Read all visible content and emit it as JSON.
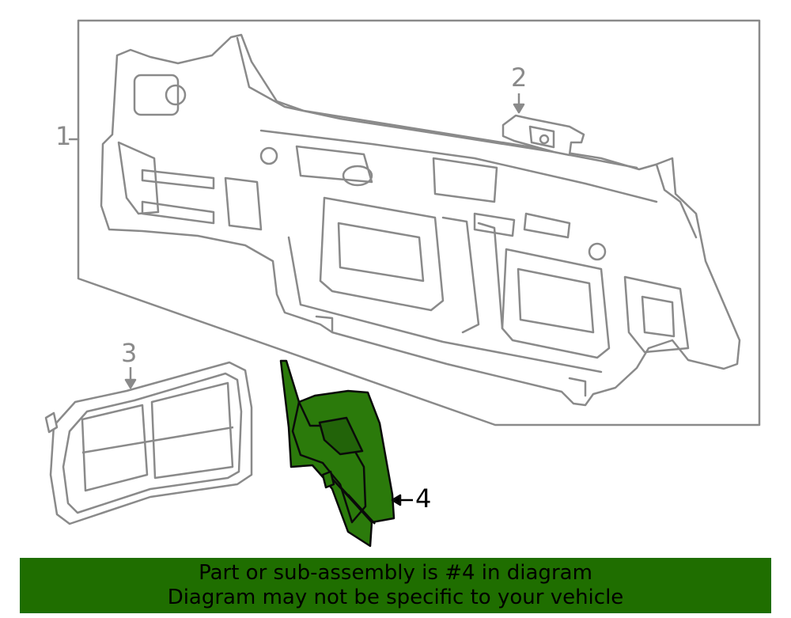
{
  "diagram": {
    "callouts": [
      {
        "id": "1",
        "label": "1",
        "color": "#8a8a8a"
      },
      {
        "id": "2",
        "label": "2",
        "color": "#8a8a8a"
      },
      {
        "id": "3",
        "label": "3",
        "color": "#8a8a8a"
      },
      {
        "id": "4",
        "label": "4",
        "color": "#000000"
      }
    ],
    "highlighted_part": "4"
  },
  "banner": {
    "line1": "Part or sub-assembly is #4 in diagram",
    "line2": "Diagram may not be specific to your vehicle",
    "background": "#1f6e00"
  },
  "colors": {
    "line_art": "#8a8a8a",
    "highlight_fill": "#2b7a0b",
    "highlight_stroke": "#0a0a0a"
  }
}
